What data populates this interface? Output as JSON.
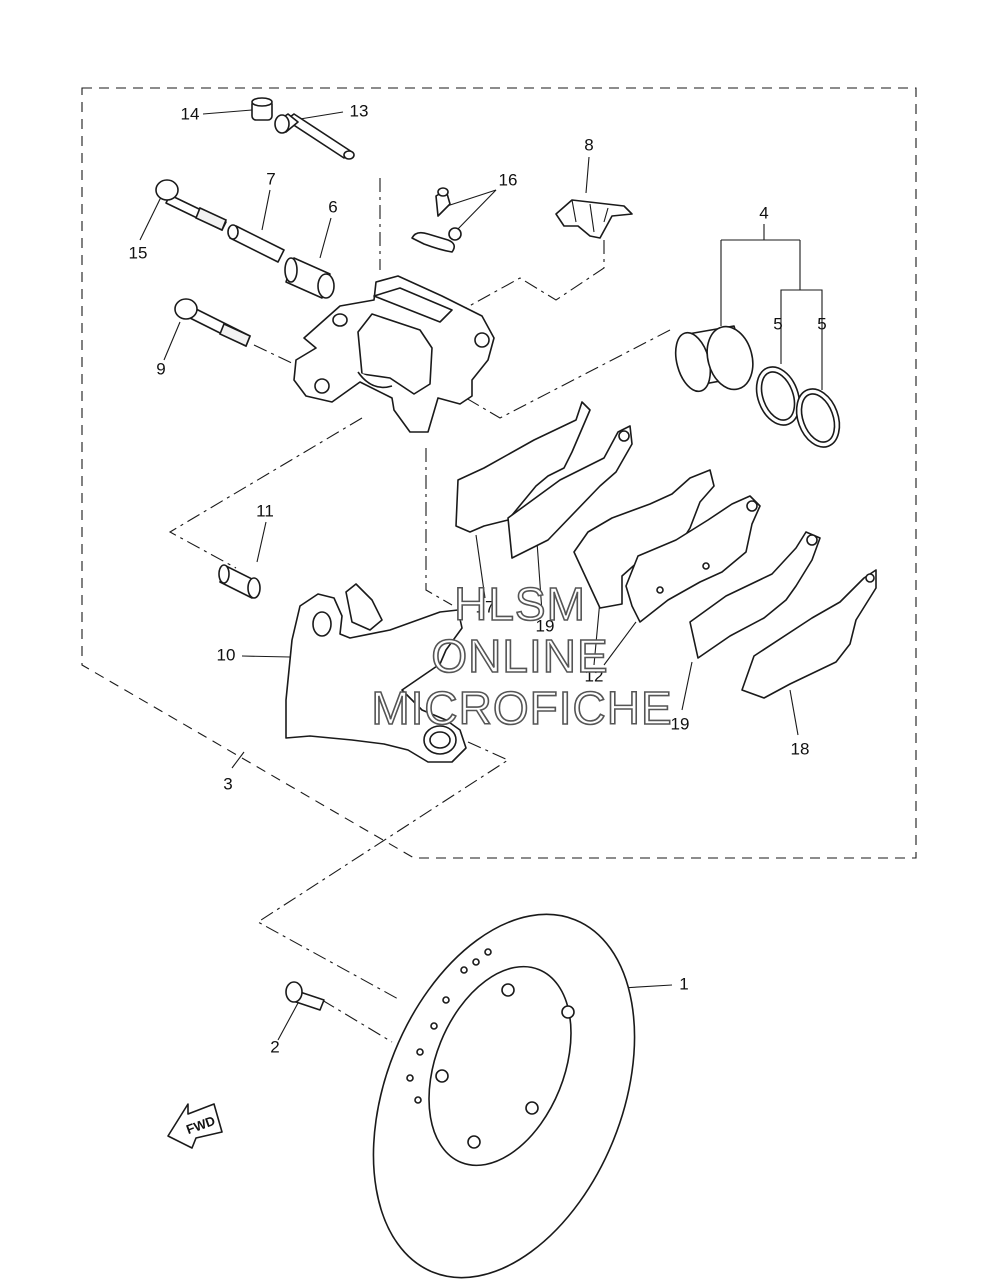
{
  "callouts": [
    {
      "id": "c1",
      "text": "1"
    },
    {
      "id": "c2",
      "text": "2"
    },
    {
      "id": "c3",
      "text": "3"
    },
    {
      "id": "c4",
      "text": "4"
    },
    {
      "id": "c5a",
      "text": "5"
    },
    {
      "id": "c5b",
      "text": "5"
    },
    {
      "id": "c6",
      "text": "6"
    },
    {
      "id": "c7",
      "text": "7"
    },
    {
      "id": "c8",
      "text": "8"
    },
    {
      "id": "c9",
      "text": "9"
    },
    {
      "id": "c10",
      "text": "10"
    },
    {
      "id": "c11",
      "text": "11"
    },
    {
      "id": "c12",
      "text": "12"
    },
    {
      "id": "c13",
      "text": "13"
    },
    {
      "id": "c14",
      "text": "14"
    },
    {
      "id": "c15",
      "text": "15"
    },
    {
      "id": "c16",
      "text": "16"
    },
    {
      "id": "c17",
      "text": "17"
    },
    {
      "id": "c18",
      "text": "18"
    },
    {
      "id": "c19a",
      "text": "19"
    },
    {
      "id": "c19b",
      "text": "19"
    }
  ],
  "watermark": {
    "line1": "HLSM",
    "line2": "ONLINE",
    "line3": "MICROFICHE"
  },
  "fwd_arrow": {
    "label": "FWD"
  }
}
